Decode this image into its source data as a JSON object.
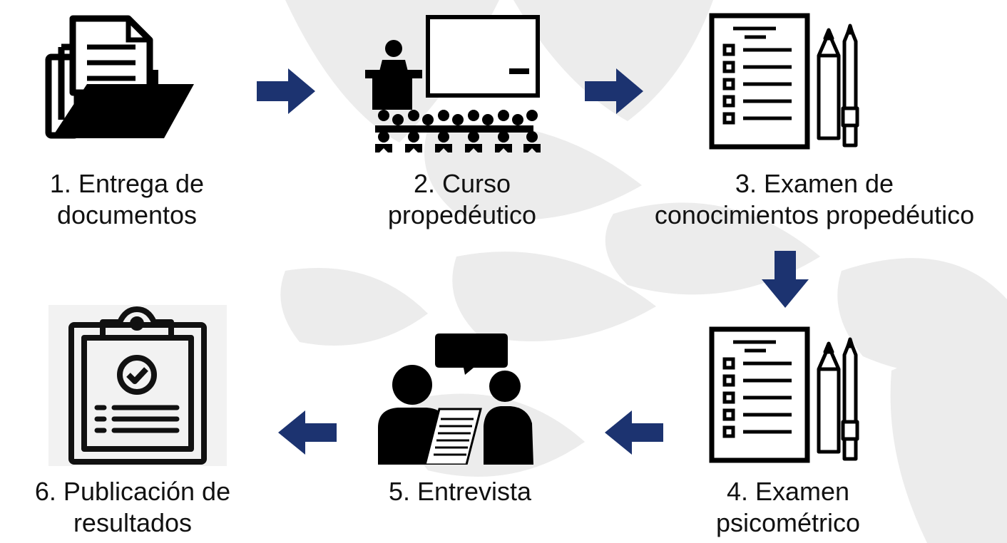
{
  "colors": {
    "arrow": "#1c3370",
    "icon": "#000000",
    "text": "#111111",
    "watermark": "#dedede"
  },
  "steps": [
    {
      "line1": "1. Entrega de",
      "line2": "documentos",
      "icon": "folder-documents-icon"
    },
    {
      "line1": "2. Curso",
      "line2": "propedéutico",
      "icon": "classroom-presentation-icon"
    },
    {
      "line1": "3. Examen de",
      "line2": "conocimientos propedéutico",
      "icon": "exam-checklist-pencils-icon"
    },
    {
      "line1": "4.  Examen",
      "line2": "psicométrico",
      "icon": "exam-checklist-pencils-icon"
    },
    {
      "line1": "5.  Entrevista",
      "line2": "",
      "icon": "interview-people-icon"
    },
    {
      "line1": "6. Publicación de",
      "line2": "resultados",
      "icon": "clipboard-check-icon"
    }
  ],
  "arrows": [
    "right",
    "right",
    "down",
    "left",
    "left"
  ]
}
